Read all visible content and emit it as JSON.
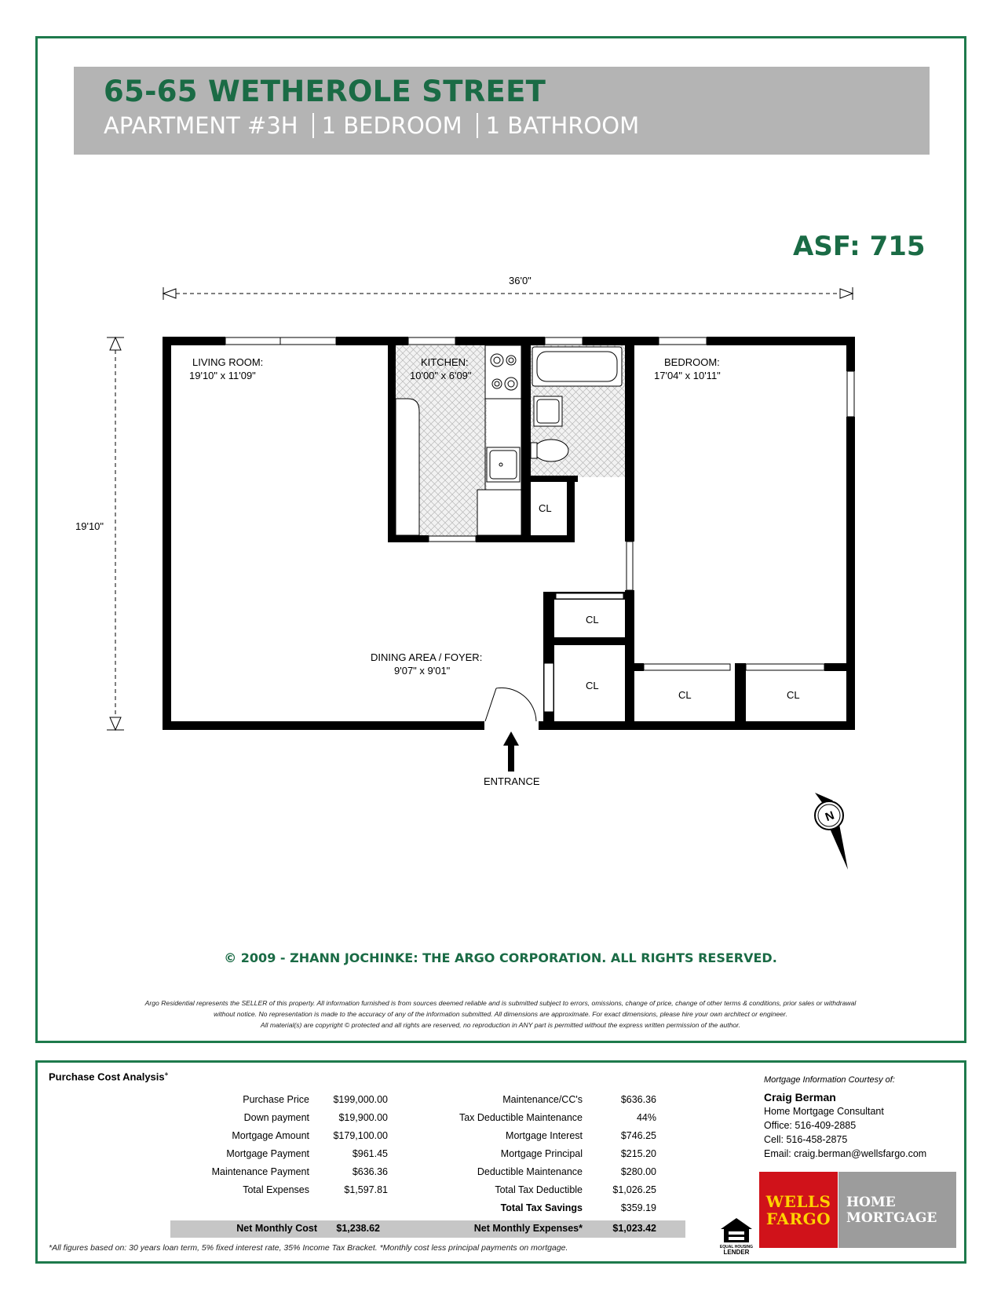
{
  "header": {
    "title": "65-65 WETHEROLE STREET",
    "apartment": "APARTMENT #3H",
    "bedrooms": "1 BEDROOM",
    "bathrooms": "1 BATHROOM"
  },
  "asf": "ASF:  715",
  "floorplan": {
    "width_dim": "36'0\"",
    "height_dim": "19'10\"",
    "rooms": {
      "living_name": "LIVING ROOM:",
      "living_dim": "19'10\" x 11'09\"",
      "kitchen_name": "KITCHEN:",
      "kitchen_dim": "10'00\" x 6'09\"",
      "bedroom_name": "BEDROOM:",
      "bedroom_dim": "17'04\" x 10'11\"",
      "dining_name": "DINING AREA / FOYER:",
      "dining_dim": "9'07\" x 9'01\"",
      "closet": "CL"
    },
    "entrance": "ENTRANCE",
    "compass": "N"
  },
  "copyright": "© 2009 - ZHANN JOCHINKE: THE ARGO CORPORATION. ALL RIGHTS RESERVED.",
  "disclaimer": {
    "line1": "Argo Residential represents the SELLER of this property.  All information furnished is from sources deemed reliable and is submitted subject to errors, omissions, change of price, change of other terms & conditions, prior sales or withdrawal",
    "line2": "without notice. No representation is made to the accuracy of any of the information submitted.  All dimensions are approximate.  For exact dimensions, please hire your own architect or engineer.",
    "line3": "All material(s) are copyright © protected and all rights are reserved, no reproduction in ANY part is permitted without the express written permission of the author."
  },
  "analysis": {
    "title": "Purchase Cost Analysis",
    "title_mark": "+",
    "left": [
      {
        "label": "Purchase Price",
        "value": "$199,000.00"
      },
      {
        "label": "Down payment",
        "value": "$19,900.00"
      },
      {
        "label": "Mortgage Amount",
        "value": "$179,100.00"
      },
      {
        "label": "Mortgage Payment",
        "value": "$961.45"
      },
      {
        "label": "Maintenance Payment",
        "value": "$636.36"
      },
      {
        "label": "Total Expenses",
        "value": "$1,597.81"
      }
    ],
    "right": [
      {
        "label": "Maintenance/CC's",
        "value": "$636.36"
      },
      {
        "label": "Tax Deductible Maintenance",
        "value": "44%"
      },
      {
        "label": "Mortgage Interest",
        "value": "$746.25"
      },
      {
        "label": "Mortgage Principal",
        "value": "$215.20"
      },
      {
        "label": "Deductible Maintenance",
        "value": "$280.00"
      },
      {
        "label": "Total Tax Deductible",
        "value": "$1,026.25"
      }
    ],
    "tax_savings_label": "Total Tax Savings",
    "tax_savings_value": "$359.19",
    "net_monthly_cost_label": "Net Monthly Cost",
    "net_monthly_cost_value": "$1,238.62",
    "net_monthly_expenses_label": "Net Monthly Expenses*",
    "net_monthly_expenses_value": "$1,023.42",
    "footnote": "*All figures based on: 30 years loan term, 5% fixed interest rate, 35% Income Tax Bracket. *Monthly cost less principal payments on mortgage."
  },
  "mortgage_contact": {
    "courtesy": "Mortgage Information Courtesy of:",
    "name": "Craig Berman",
    "role": "Home Mortgage Consultant",
    "office": "Office:  516-409-2885",
    "cell": "Cell:  516-458-2875",
    "email": "Email:  craig.berman@wellsfargo.com"
  },
  "logos": {
    "wf_line1": "WELLS",
    "wf_line2": "FARGO",
    "hm_line1": "HOME",
    "hm_line2": "MORTGAGE",
    "eh_line1": "EQUAL HOUSING",
    "eh_line2": "LENDER"
  },
  "colors": {
    "brand_green": "#1a6b45",
    "header_gray": "#b4b4b4",
    "wf_red": "#d0121a",
    "wf_gold": "#ffd200"
  }
}
